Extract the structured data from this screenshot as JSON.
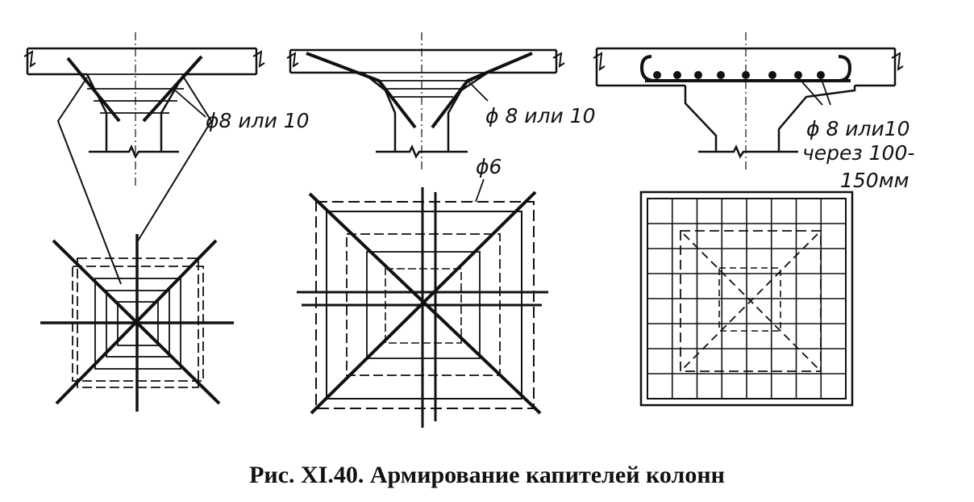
{
  "labels": {
    "d1": "ϕ8 или 10",
    "d2": "ϕ 8 или 10",
    "d3_line1": "ϕ 8 или10",
    "d3_line2": "через 100-",
    "d3_line3": "150мм",
    "d4": "ϕ6"
  },
  "caption": "Рис. XI.40. Армирование капителей колонн",
  "colors": {
    "ink": "#111111",
    "paper": "#ffffff"
  }
}
